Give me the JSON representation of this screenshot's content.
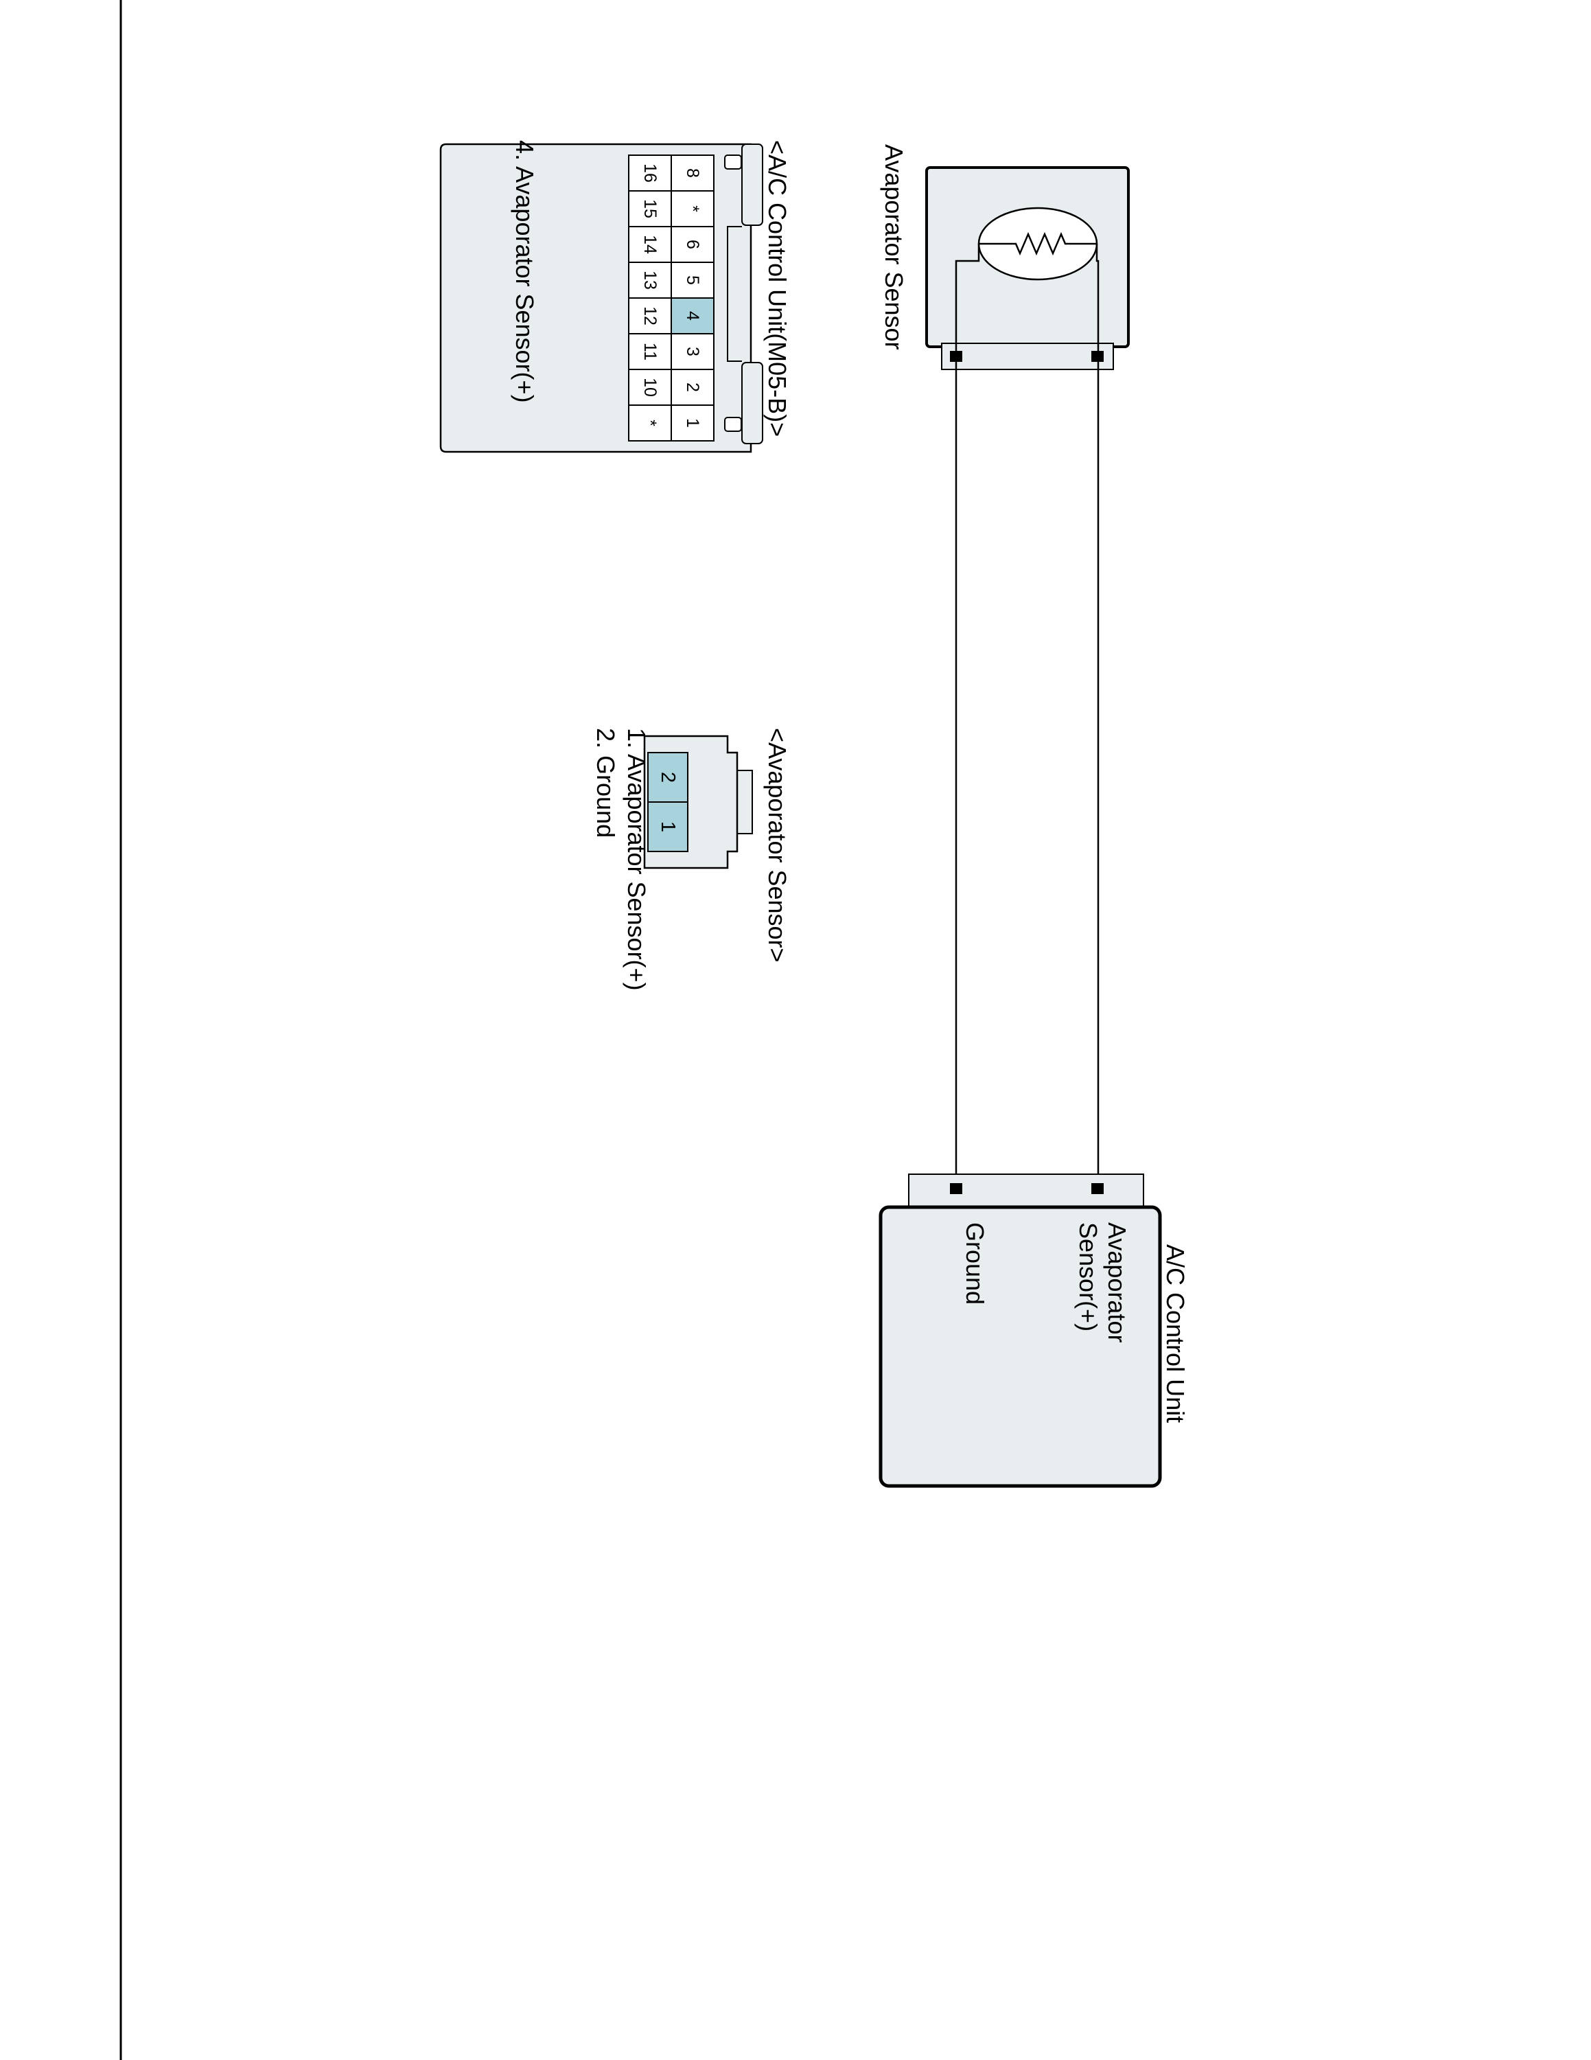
{
  "diagram": {
    "sensor_title": "Avaporator Sensor",
    "unit_title": "A/C Control Unit",
    "unit_pins": [
      {
        "line1": "Avaporator",
        "line2": "Sensor(+)"
      },
      {
        "line1": "Ground"
      }
    ],
    "connector_ac": {
      "title": "<A/C Control Unit(M05-B)>",
      "rows": [
        [
          "8",
          "*",
          "6",
          "5",
          "4",
          "3",
          "2",
          "1"
        ],
        [
          "16",
          "15",
          "14",
          "13",
          "12",
          "11",
          "10",
          "*"
        ]
      ],
      "highlighted": [
        "4"
      ],
      "pins": [
        "4. Avaporator Sensor(+)"
      ]
    },
    "connector_sensor": {
      "title": "<Avaporator Sensor>",
      "cells": [
        "2",
        "1"
      ],
      "pins": [
        "1. Avaporator Sensor(+)",
        "2. Ground"
      ]
    },
    "colors": {
      "highlight": "#a9d3dc",
      "housing": "#e8eef0",
      "line": "#000000"
    }
  }
}
